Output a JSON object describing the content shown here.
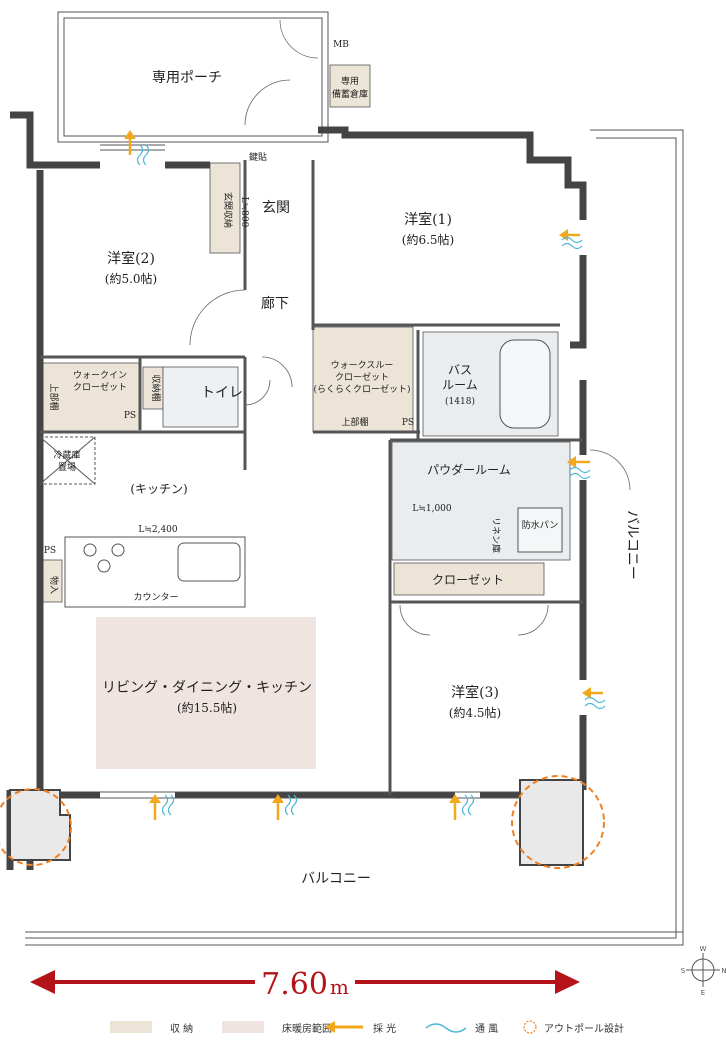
{
  "rooms": {
    "porch": "専用ポーチ",
    "mb": "MB",
    "storage_line1": "専用",
    "storage_line2": "備蓄倉庫",
    "lock": "鍵貼",
    "entrance": "玄関",
    "entrance_storage": "玄関収納",
    "entrance_storage_dim": "L≒800",
    "room2_name": "洋室(2)",
    "room2_size": "(約5.0帖)",
    "room1_name": "洋室(1)",
    "room1_size": "(約6.5帖)",
    "hallway": "廊下",
    "walkin_line1": "ウォークイン",
    "walkin_line2": "クローゼット",
    "upper_shelf": "上部棚",
    "upper_shelf2": "上部棚",
    "storage_shelf": "収納棚",
    "toilet": "トイレ",
    "ps": "PS",
    "walkthrough_line1": "ウォークスルー",
    "walkthrough_line2": "クローゼット",
    "walkthrough_line3": "(らくらくクローゼット)",
    "bath_line1": "バス",
    "bath_line2": "ルーム",
    "bath_size": "(1418)",
    "fridge_line1": "冷蔵庫",
    "fridge_line2": "置場",
    "kitchen": "(キッチン)",
    "counter_dim": "L≒2,400",
    "counter": "カウンター",
    "storage_small": "物入",
    "powder": "パウダールーム",
    "vanity_dim": "L≒1,000",
    "linen": "リネン庫",
    "washpan": "防水パン",
    "closet": "クローゼット",
    "ldk_name": "リビング・ダイニング・キッチン",
    "ldk_size": "(約15.5帖)",
    "room3_name": "洋室(3)",
    "room3_size": "(約4.5帖)",
    "balcony_bottom": "バルコニー",
    "balcony_side": "バルコニー"
  },
  "dimension": {
    "value": "7.60",
    "unit": "m"
  },
  "compass": {
    "n": "N",
    "e": "E",
    "s": "S",
    "w": "W"
  },
  "legend": {
    "storage": "収 納",
    "floor_heating": "床暖房範囲",
    "light": "採 光",
    "ventilation": "通 風",
    "outpole": "アウトポール設計"
  },
  "colors": {
    "storage": "#ece4d6",
    "floor_heating": "#efe4e0",
    "light_arrow": "#f2a81d",
    "wind": "#4fb7d6",
    "outpole": "#f08020",
    "dimension": "#b4131a",
    "wet_area": "#e9edf0"
  }
}
